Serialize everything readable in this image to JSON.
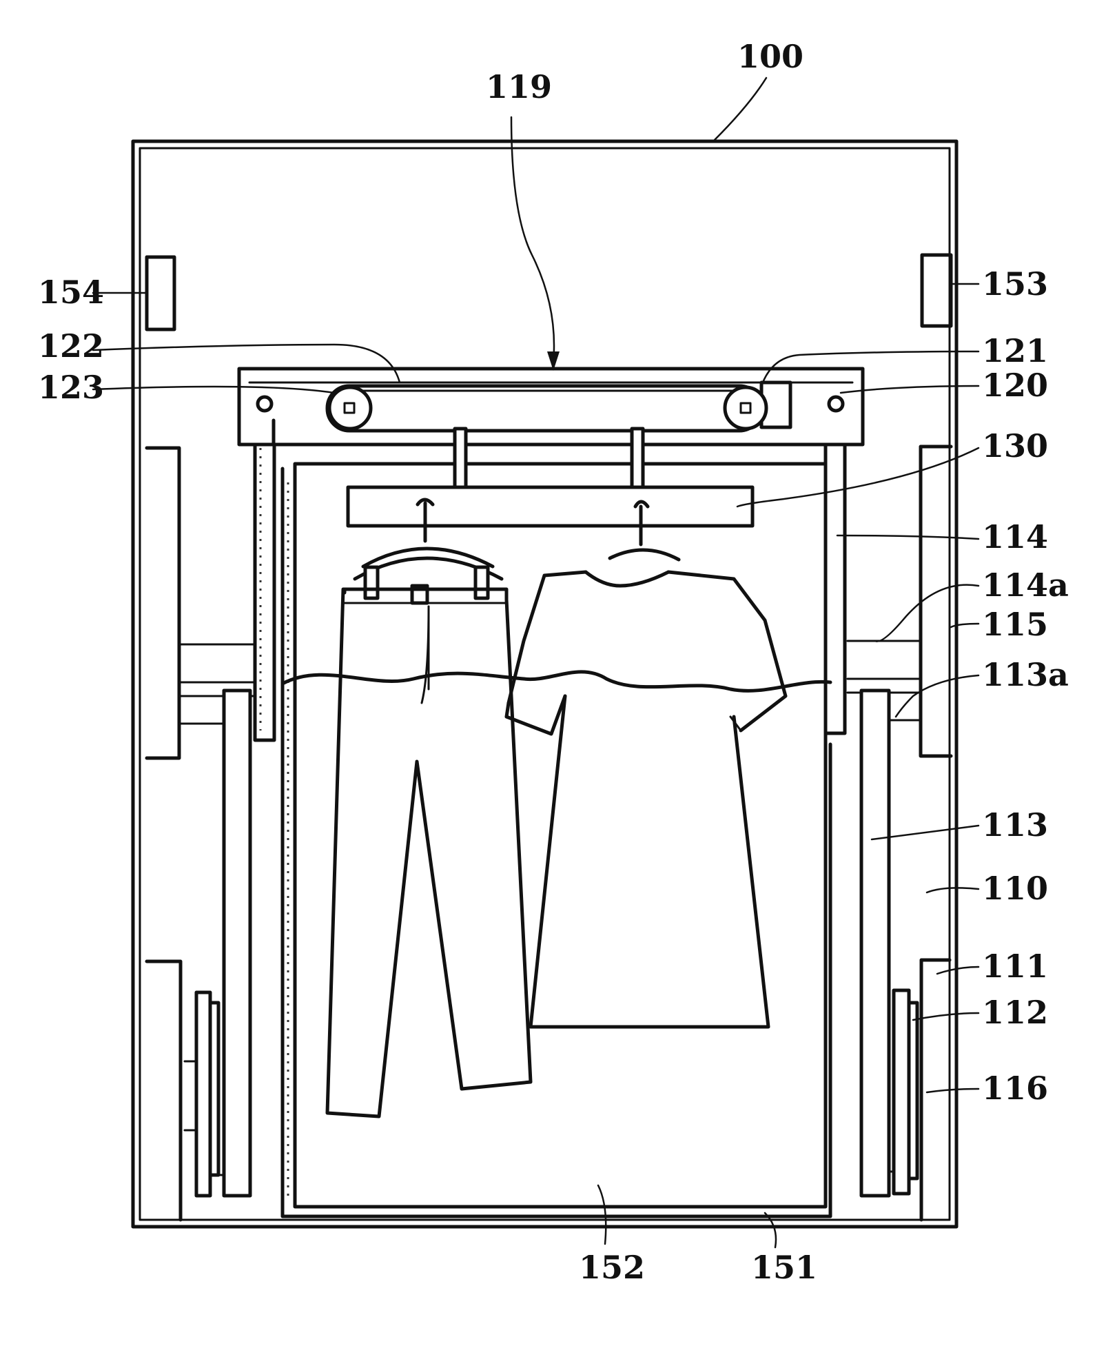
{
  "labels": {
    "l100": "100",
    "l119": "119",
    "l154": "154",
    "l153": "153",
    "l122": "122",
    "l121": "121",
    "l123": "123",
    "l120": "120",
    "l130": "130",
    "l114": "114",
    "l114a": "114a",
    "l115": "115",
    "l113a": "113a",
    "l113": "113",
    "l110": "110",
    "l111": "111",
    "l112": "112",
    "l116": "116",
    "l152": "152",
    "l151": "151"
  }
}
